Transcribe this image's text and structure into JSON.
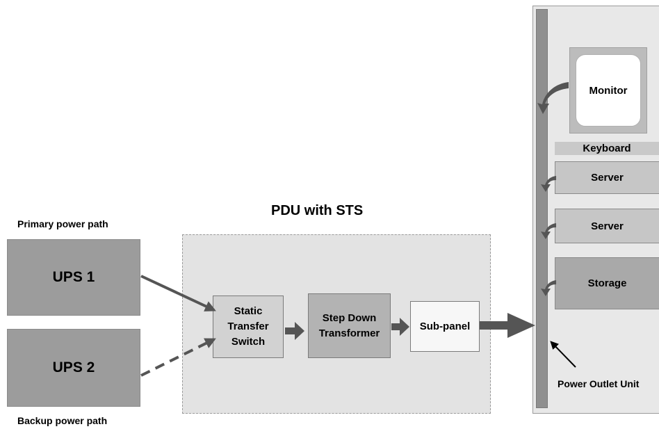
{
  "ups": {
    "primary_path_label": "Primary power path",
    "ups1_label": "UPS 1",
    "ups2_label": "UPS 2",
    "backup_path_label": "Backup power path"
  },
  "pdu": {
    "title": "PDU with STS",
    "sts_line1": "Static",
    "sts_line2": "Transfer",
    "sts_line3": "Switch",
    "transformer_line1": "Step Down",
    "transformer_line2": "Transformer",
    "subpanel_label": "Sub-panel"
  },
  "rack": {
    "monitor_label": "Monitor",
    "keyboard_label": "Keyboard",
    "server1_label": "Server",
    "server2_label": "Server",
    "storage_label": "Storage",
    "pou_label": "Power Outlet Unit"
  },
  "colors": {
    "ups_fill": "#9c9c9c",
    "pdu_fill": "#e3e3e3",
    "transformer_fill": "#b3b3b3",
    "arrow": "#555555"
  }
}
